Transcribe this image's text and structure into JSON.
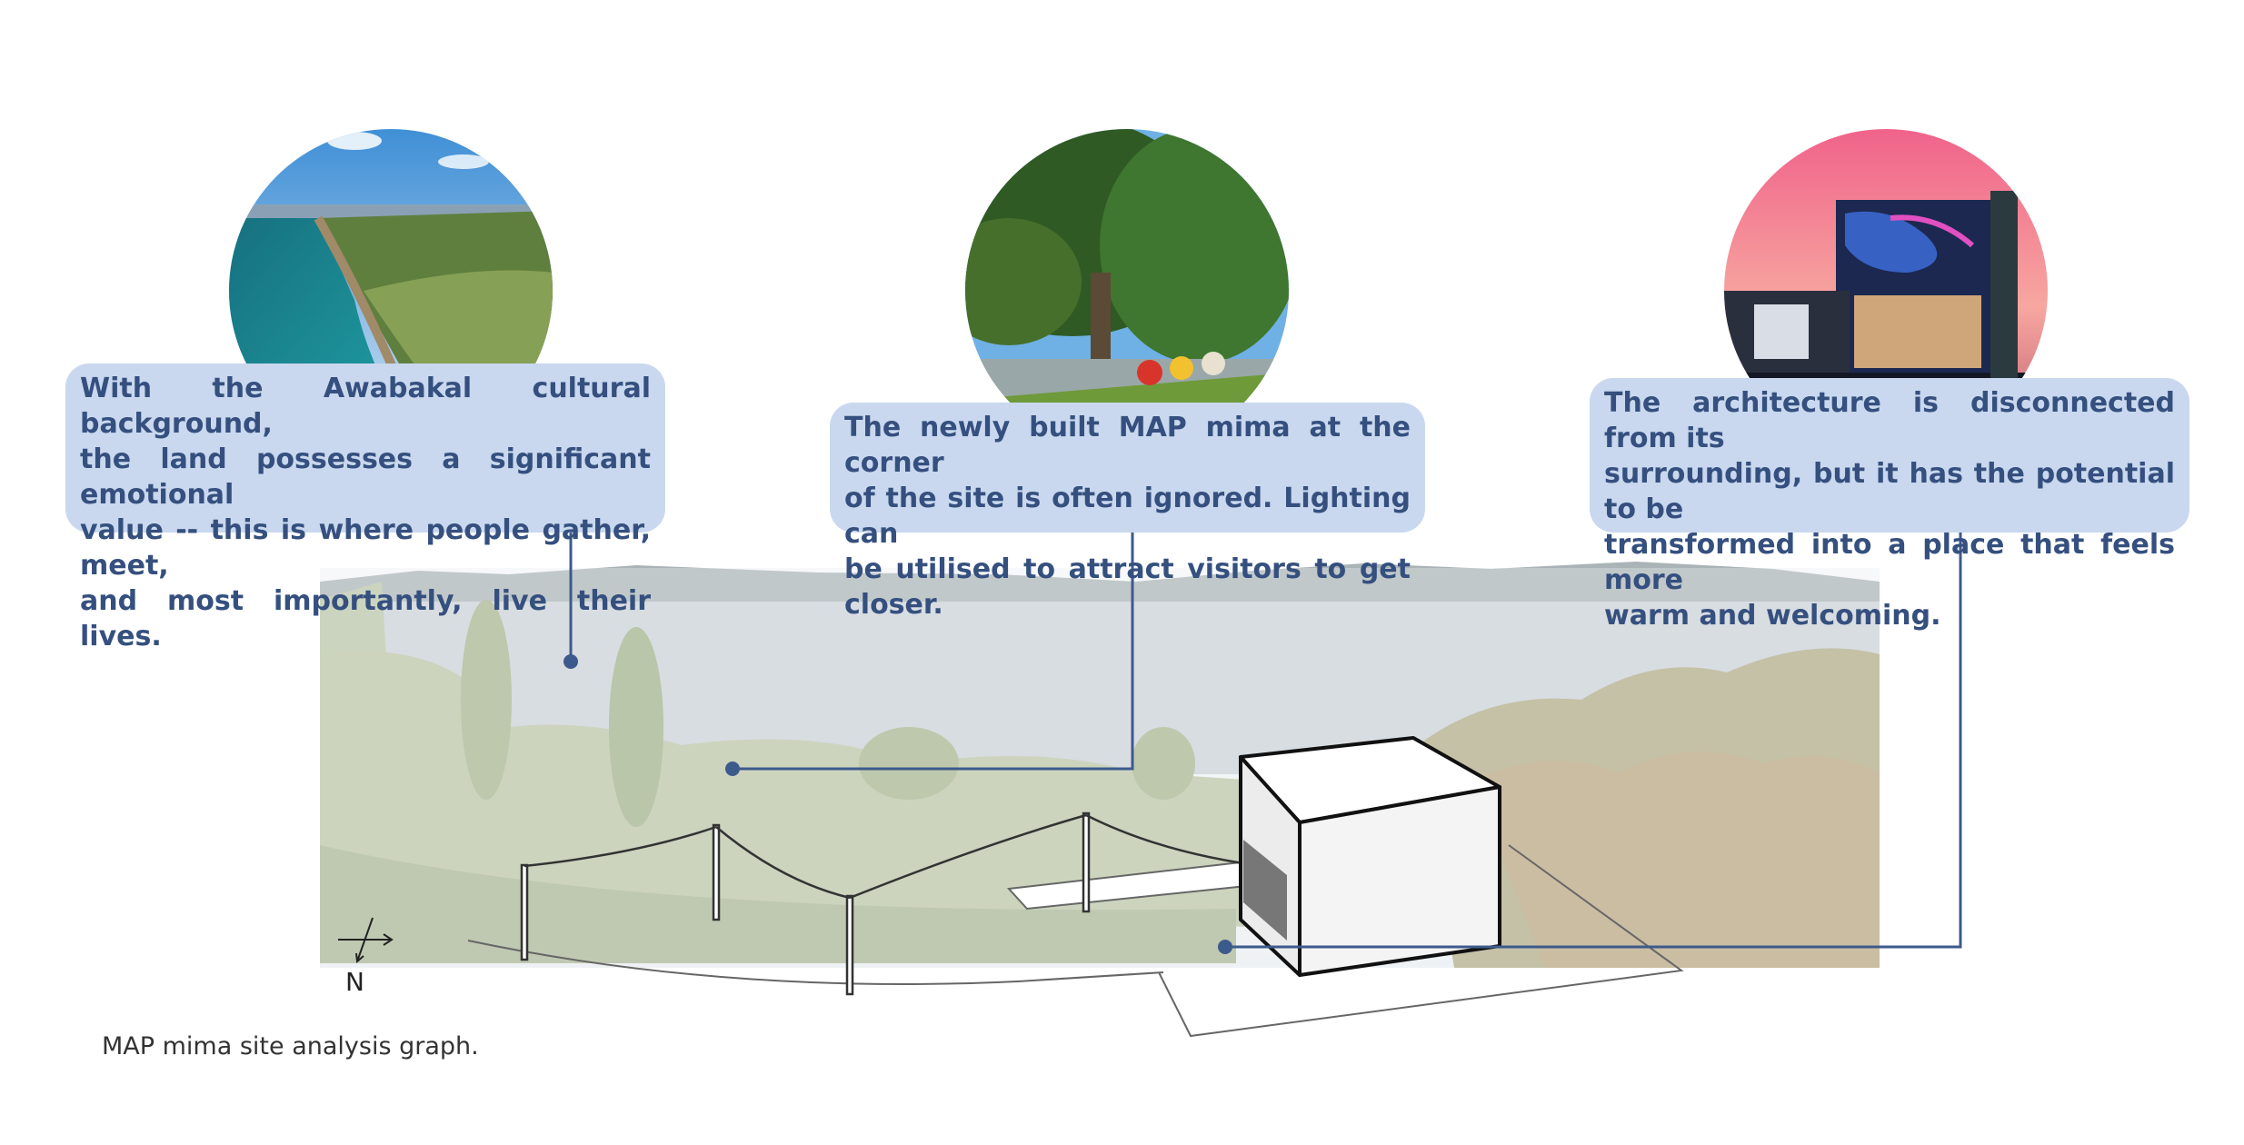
{
  "callouts": [
    {
      "lines": [
        "With the Awabakal cultural background,",
        "the land possesses a significant emotional",
        "value -- this is where people gather, meet,",
        "and most importantly, live their lives."
      ]
    },
    {
      "lines": [
        "The newly built MAP mima at the corner",
        "of the site is often ignored. Lighting can",
        "be utilised to attract visitors to get closer."
      ]
    },
    {
      "lines": [
        "The architecture is disconnected from its",
        "surrounding, but it has the potential to be",
        "transformed into a place that feels more",
        "warm and welcoming."
      ]
    }
  ],
  "photos": [
    "coastline-photo",
    "park-picnic-photo",
    "mima-at-dusk-photo"
  ],
  "north_label": "N",
  "caption": "MAP mima site analysis graph.",
  "colors": {
    "callout_bg": "#c9d8ee",
    "callout_text": "#35507f",
    "leader": "#3d5a8c"
  }
}
